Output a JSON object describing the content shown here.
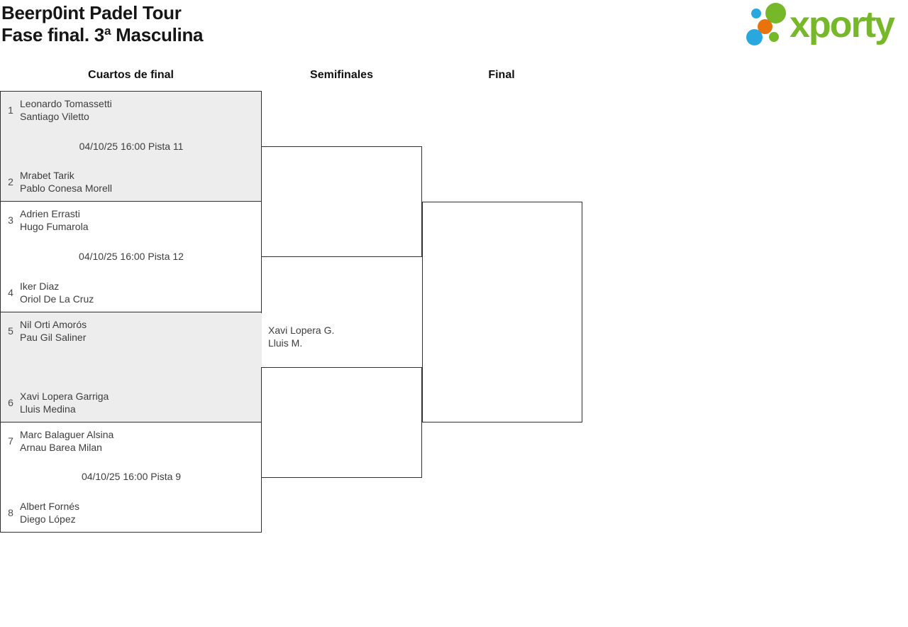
{
  "page": {
    "title_line1": "Beerp0int Padel Tour",
    "title_line2": "Fase final. 3ª Masculina"
  },
  "logo": {
    "text": "xporty",
    "colors": {
      "green": "#76b82a",
      "blue": "#29a8e0",
      "orange": "#e8720c"
    }
  },
  "bracket_colors": {
    "box_fill_gray": "#ededed",
    "line": "#2f2f2f"
  },
  "rounds": [
    {
      "label": "Cuartos de final"
    },
    {
      "label": "Semifinales"
    },
    {
      "label": "Final"
    }
  ],
  "quarterfinals": [
    {
      "seed_top": "1",
      "team_top_1": "Leonardo Tomassetti",
      "team_top_2": "Santiago Viletto",
      "info": "04/10/25 16:00 Pista 11",
      "seed_bottom": "2",
      "team_bottom_1": "Mrabet Tarik",
      "team_bottom_2": "Pablo Conesa Morell"
    },
    {
      "seed_top": "3",
      "team_top_1": "Adrien Errasti",
      "team_top_2": "Hugo Fumarola",
      "info": "04/10/25 16:00 Pista 12",
      "seed_bottom": "4",
      "team_bottom_1": "Iker Diaz",
      "team_bottom_2": "Oriol De La Cruz"
    },
    {
      "seed_top": "5",
      "team_top_1": "Nil Orti Amorós",
      "team_top_2": "Pau Gil Saliner",
      "info": "",
      "seed_bottom": "6",
      "team_bottom_1": "Xavi Lopera Garriga",
      "team_bottom_2": "Lluis Medina"
    },
    {
      "seed_top": "7",
      "team_top_1": "Marc Balaguer Alsina",
      "team_top_2": "Arnau Barea Milan",
      "info": "04/10/25 16:00 Pista 9",
      "seed_bottom": "8",
      "team_bottom_1": "Albert Fornés",
      "team_bottom_2": "Diego López"
    }
  ],
  "semifinals": {
    "match2_team_top_1": "Xavi Lopera G.",
    "match2_team_top_2": "Lluis M."
  }
}
